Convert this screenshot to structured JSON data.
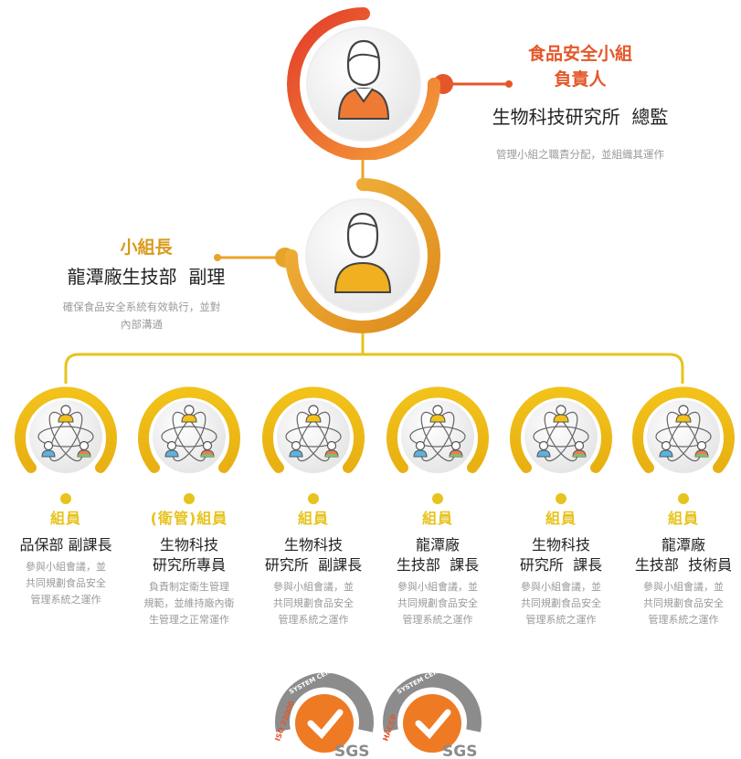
{
  "leader": {
    "title_line1": "食品安全小組",
    "title_line2": "負責人",
    "name": "生物科技研究所  總監",
    "desc": "管理小組之職責分配，並組織其運作"
  },
  "chief": {
    "title": "小組長",
    "name": "龍潭廠生技部  副理",
    "desc_line1": "確保食品安全系統有效執行，並對",
    "desc_line2": "內部溝通"
  },
  "members": [
    {
      "role": "組員",
      "name_line1": "品保部 副課長",
      "name_line2": "",
      "desc": [
        "參與小組會議，並",
        "共同規劃食品安全",
        "管理系統之運作"
      ]
    },
    {
      "role": "(衛管)組員",
      "name_line1": "生物科技",
      "name_line2": "研究所專員",
      "desc": [
        "負責制定衛生管理",
        "規範，並維持廠內衛",
        "生管理之正常運作"
      ]
    },
    {
      "role": "組員",
      "name_line1": "生物科技",
      "name_line2": "研究所  副課長",
      "desc": [
        "參與小組會議，並",
        "共同規劃食品安全",
        "管理系統之運作"
      ]
    },
    {
      "role": "組員",
      "name_line1": "龍潭廠",
      "name_line2": "生技部  課長",
      "desc": [
        "參與小組會議，並",
        "共同規劃食品安全",
        "管理系統之運作"
      ]
    },
    {
      "role": "組員",
      "name_line1": "生物科技",
      "name_line2": "研究所  課長",
      "desc": [
        "參與小組會議，並",
        "共同規劃食品安全",
        "管理系統之運作"
      ]
    },
    {
      "role": "組員",
      "name_line1": "龍潭廠",
      "name_line2": "生技部  技術員",
      "desc": [
        "參與小組會議，並",
        "共同規劃食品安全",
        "管理系統之運作"
      ]
    }
  ],
  "certs": [
    {
      "arc_text": "SYSTEM CERTIFICATION",
      "side_text": "ISO 22000",
      "brand": "SGS"
    },
    {
      "arc_text": "SYSTEM CERTIFICATION",
      "side_text": "HACCP",
      "brand": "SGS"
    }
  ],
  "colors": {
    "orange": "#e4572a",
    "gold": "#e8a42a",
    "yellow": "#e7c31d",
    "gray": "#9a9a9a",
    "seal_gray": "#8c8c8c"
  }
}
